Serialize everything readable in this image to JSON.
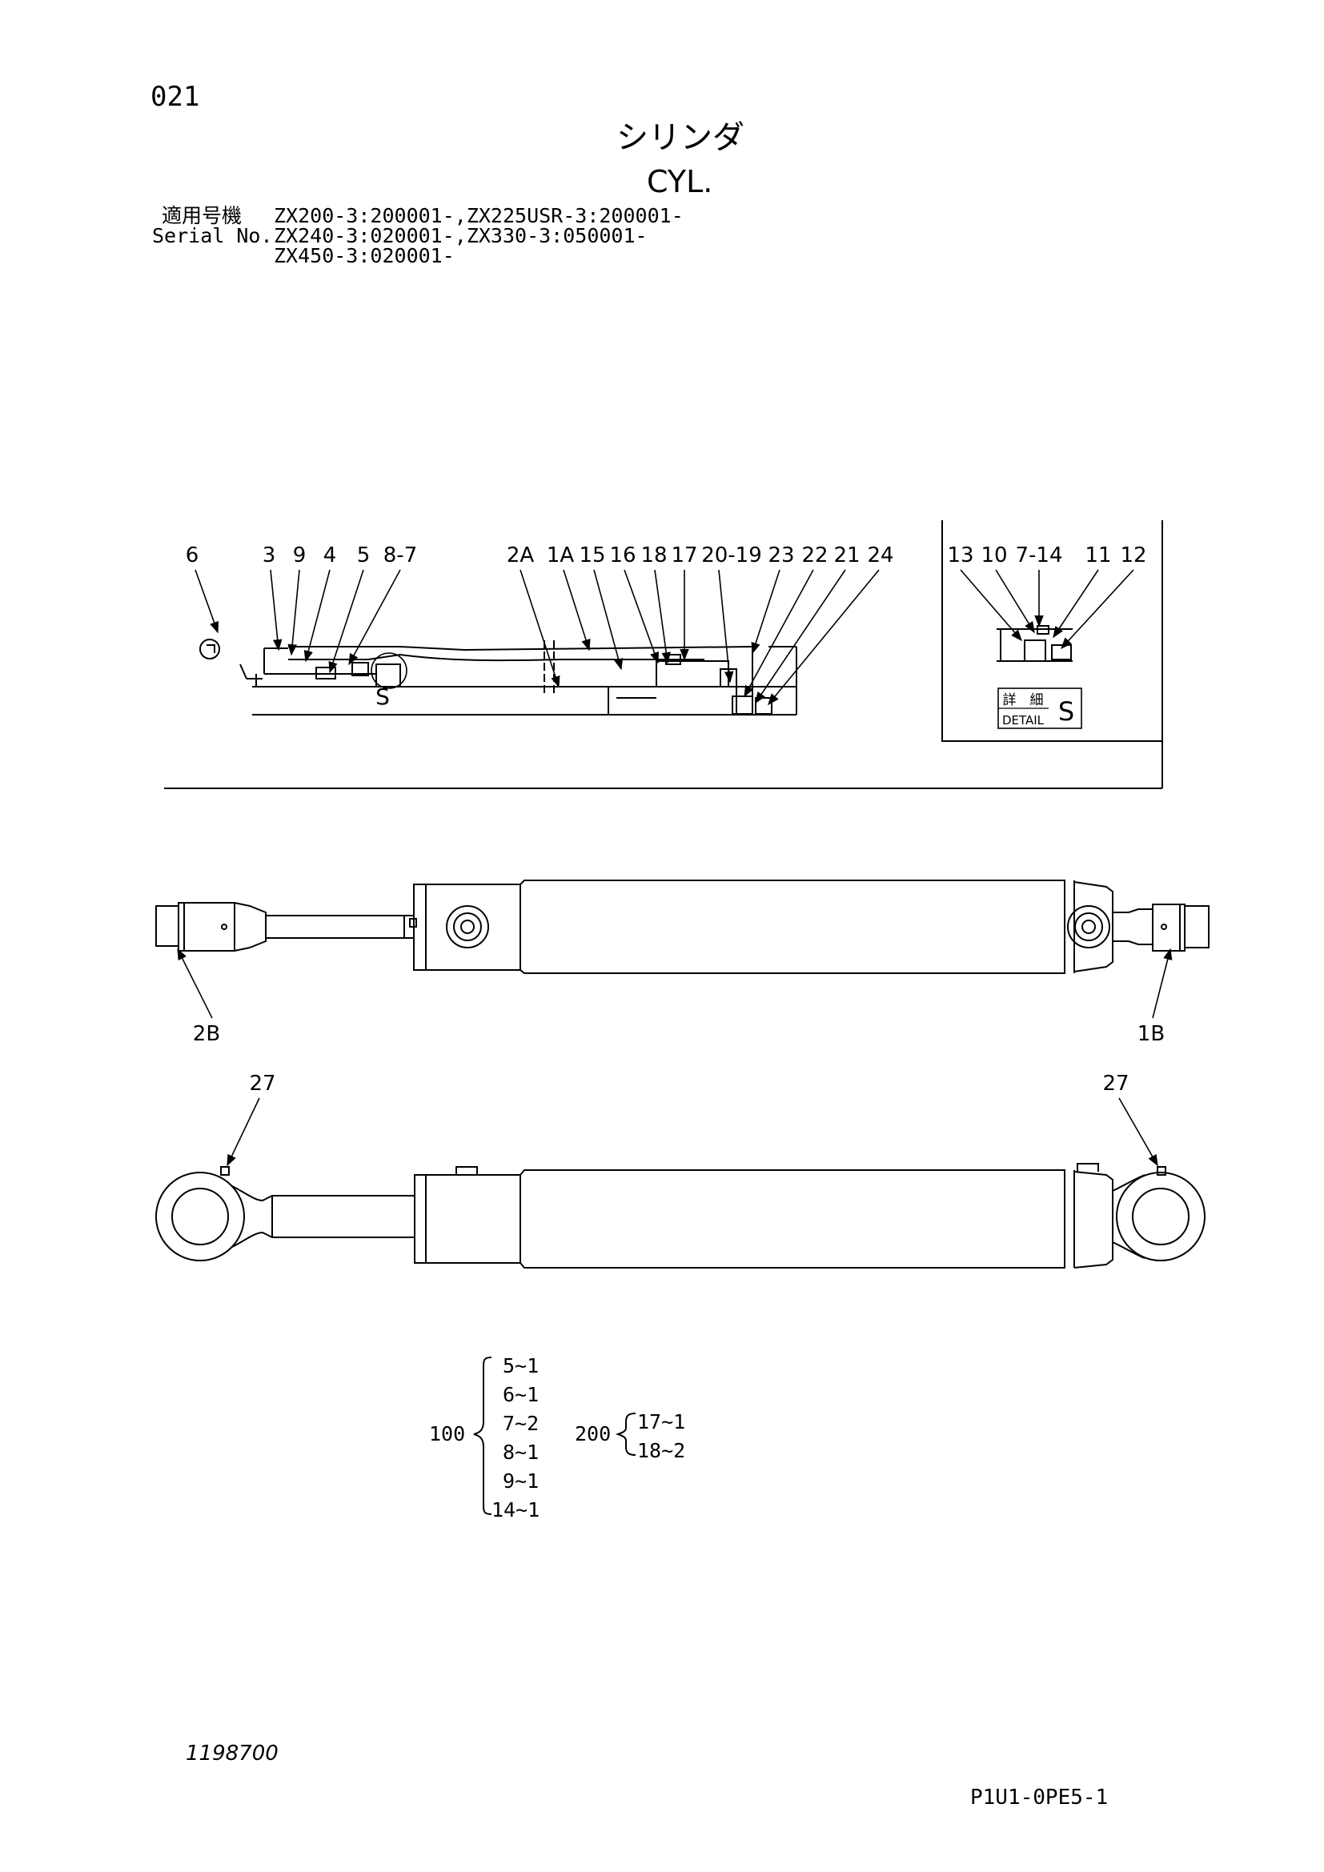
{
  "header": {
    "page_number": "021",
    "title_jp": "シリンダ",
    "title_en": "CYL.",
    "model_label": "適用号機",
    "serial_label": "Serial No.",
    "serial_lines": [
      "ZX200-3:200001-,ZX225USR-3:200001-",
      "ZX240-3:020001-,ZX330-3:050001-",
      "ZX450-3:020001-"
    ]
  },
  "section_view": {
    "callouts": [
      "6",
      "3",
      "9",
      "4",
      "5",
      "8-7",
      "2A",
      "1A",
      "15",
      "16",
      "18",
      "17",
      "20-19",
      "23",
      "22",
      "21",
      "24"
    ],
    "section_marker": "S"
  },
  "detail_view": {
    "callouts": [
      "13",
      "10",
      "7-14",
      "11",
      "12"
    ],
    "label_jp": "詳　細",
    "label_en": "DETAIL",
    "marker": "S"
  },
  "top_view": {
    "left_callout": "2B",
    "right_callout": "1B"
  },
  "side_view": {
    "left_callout": "27",
    "right_callout": "27"
  },
  "kits": [
    {
      "number": "100",
      "items": [
        "5~1",
        "6~1",
        "7~2",
        "8~1",
        "9~1",
        "14~1"
      ]
    },
    {
      "number": "200",
      "items": [
        "17~1",
        "18~2"
      ]
    }
  ],
  "footer": {
    "doc_number": "1198700",
    "page_code": "P1U1-0PE5-1"
  }
}
